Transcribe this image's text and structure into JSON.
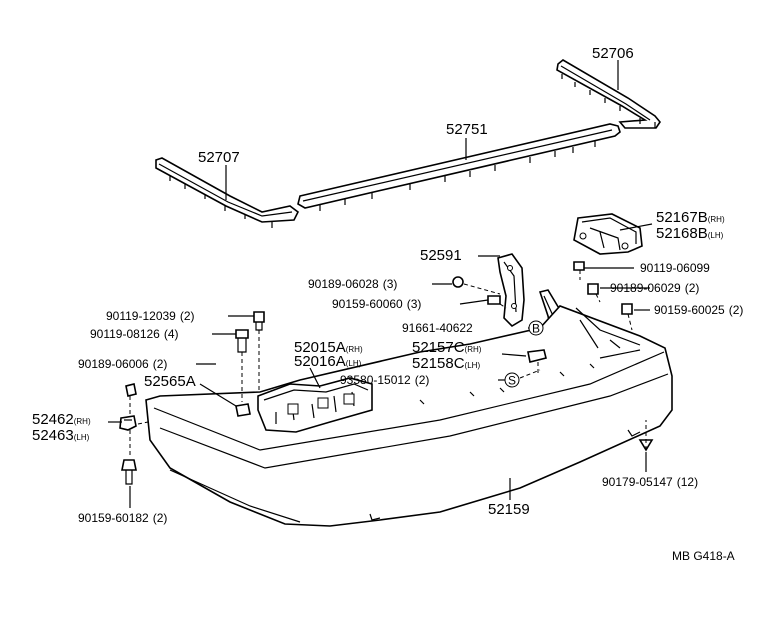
{
  "diagram": {
    "code": "MB G418-A",
    "parts": [
      {
        "id": "p52706",
        "number": "52706",
        "suffix": ""
      },
      {
        "id": "p52751",
        "number": "52751",
        "suffix": ""
      },
      {
        "id": "p52707",
        "number": "52707",
        "suffix": ""
      },
      {
        "id": "p52167b",
        "number": "52167B",
        "suffix": "(RH)"
      },
      {
        "id": "p52168b",
        "number": "52168B",
        "suffix": "(LH)"
      },
      {
        "id": "p52591",
        "number": "52591",
        "suffix": ""
      },
      {
        "id": "p90119_06099",
        "number": "90119-06099",
        "suffix": ""
      },
      {
        "id": "p90189_06028",
        "number": "90189-06028",
        "suffix": "(3)"
      },
      {
        "id": "p90189_06029",
        "number": "90189-06029",
        "suffix": "(2)"
      },
      {
        "id": "p90159_60060",
        "number": "90159-60060",
        "suffix": "(3)"
      },
      {
        "id": "p90159_60025",
        "number": "90159-60025",
        "suffix": "(2)"
      },
      {
        "id": "p90119_12039",
        "number": "90119-12039",
        "suffix": "(2)"
      },
      {
        "id": "p91661_40622",
        "number": "91661-40622",
        "suffix": ""
      },
      {
        "id": "p90119_08126",
        "number": "90119-08126",
        "suffix": "(4)"
      },
      {
        "id": "p52015a",
        "number": "52015A",
        "suffix": "(RH)"
      },
      {
        "id": "p52016a",
        "number": "52016A",
        "suffix": "(LH)"
      },
      {
        "id": "p52157c",
        "number": "52157C",
        "suffix": "(RH)"
      },
      {
        "id": "p52158c",
        "number": "52158C",
        "suffix": "(LH)"
      },
      {
        "id": "p90189_06006",
        "number": "90189-06006",
        "suffix": "(2)"
      },
      {
        "id": "p52565a",
        "number": "52565A",
        "suffix": ""
      },
      {
        "id": "p93580_15012",
        "number": "93580-15012",
        "suffix": "(2)"
      },
      {
        "id": "p52462",
        "number": "52462",
        "suffix": "(RH)"
      },
      {
        "id": "p52463",
        "number": "52463",
        "suffix": "(LH)"
      },
      {
        "id": "p90179_05147",
        "number": "90179-05147",
        "suffix": "(12)"
      },
      {
        "id": "p52159",
        "number": "52159",
        "suffix": ""
      },
      {
        "id": "p90159_60182",
        "number": "90159-60182",
        "suffix": "(2)"
      }
    ],
    "markers": {
      "s_marker": "S",
      "b_marker": "B"
    }
  }
}
